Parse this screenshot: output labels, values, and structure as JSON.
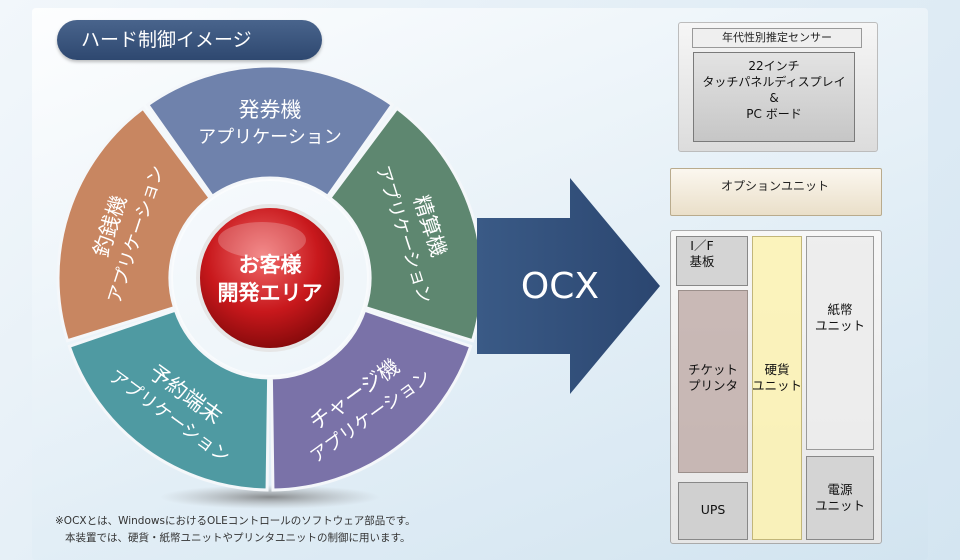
{
  "title": "ハード制御イメージ",
  "center": {
    "line1": "お客様",
    "line2": "開発エリア"
  },
  "segments": [
    {
      "lines": [
        "発券機",
        "アプリケーション"
      ],
      "color": "#6f82ac"
    },
    {
      "lines": [
        "精算機",
        "アプリケーション"
      ],
      "color": "#5e8770"
    },
    {
      "lines": [
        "チャージ機",
        "アプリケーション"
      ],
      "color": "#7a72a8"
    },
    {
      "lines": [
        "予約端末",
        "アプリケーション"
      ],
      "color": "#4f9aa2"
    },
    {
      "lines": [
        "釣銭機",
        "アプリケーション"
      ],
      "color": "#c88661"
    }
  ],
  "arrow_label": "OCX",
  "machine": {
    "sensor": "年代性別推定センサー",
    "display": [
      "22インチ",
      "タッチパネルディスプレイ",
      "&",
      "PC ボード"
    ],
    "option": "オプションユニット",
    "if_board": [
      "I／F",
      "基板"
    ],
    "ticket_printer": [
      "チケット",
      "プリンタ"
    ],
    "coin_unit": [
      "硬貨",
      "ユニット"
    ],
    "bill_unit": [
      "紙幣",
      "ユニット"
    ],
    "ups": "UPS",
    "power": [
      "電源",
      "ユニット"
    ]
  },
  "note": {
    "line1": "※OCXとは、WindowsにおけるOLEコントロールのソフトウェア部品です。",
    "line2": "本装置では、硬貨・紙幣ユニットやプリンタユニットの制御に用います。"
  }
}
